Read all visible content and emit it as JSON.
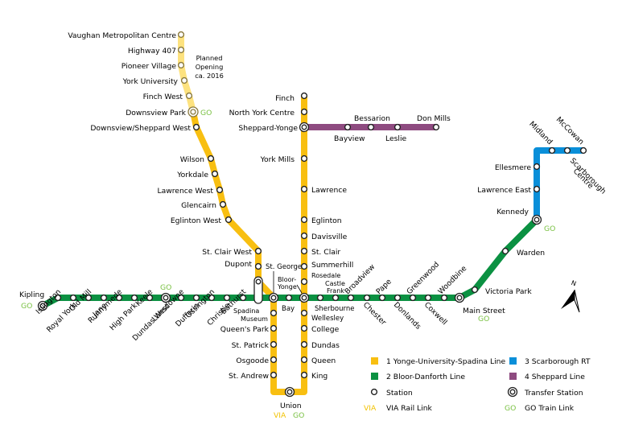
{
  "colors": {
    "line1": "#f8bf11",
    "line1_planned": "#fde27f",
    "line2": "#0b9142",
    "line3": "#0a8fd9",
    "line4": "#8e4b80",
    "go": "#7ac143",
    "via": "#f2c200",
    "station_fill": "#ffffff",
    "station_stroke": "#333333"
  },
  "annotations": {
    "planned": [
      "Planned",
      "Opening",
      "ca. 2016"
    ],
    "go_downsview": "GO",
    "go_kennedy": "GO",
    "go_kipling": "GO",
    "go_dundas_west": "GO",
    "go_main_street": "GO",
    "union_via": "VIA",
    "union_go": "GO",
    "north_arrow": "N"
  },
  "lines": {
    "line1_extension": {
      "stations": [
        "Vaughan Metropolitan Centre",
        "Highway 407",
        "Pioneer Village",
        "York University",
        "Finch West"
      ]
    },
    "line1_west": {
      "stations": [
        "Downsview Park",
        "Downsview/Sheppard West",
        "Wilson",
        "Yorkdale",
        "Lawrence West",
        "Glencairn",
        "Eglinton West",
        "St. Clair West",
        "Dupont",
        "Spadina",
        "St. George",
        "Museum",
        "Queen's Park",
        "St. Patrick",
        "Osgoode",
        "St. Andrew",
        "Union"
      ]
    },
    "line1_east": {
      "stations": [
        "Finch",
        "North York Centre",
        "Sheppard-Yonge",
        "York Mills",
        "Lawrence",
        "Eglinton",
        "Davisville",
        "St. Clair",
        "Summerhill",
        "Rosedale",
        "Bloor-Yonge",
        "Wellesley",
        "College",
        "Dundas",
        "Queen",
        "King"
      ]
    },
    "line2": {
      "stations": [
        "Kipling",
        "Islington",
        "Royal York",
        "Old Mill",
        "Jane",
        "Runnymede",
        "High Park",
        "Keele",
        "Dundas West",
        "Lansdowne",
        "Dufferin",
        "Ossington",
        "Christie",
        "Bathurst",
        "Spadina",
        "St. George",
        "Bay",
        "Bloor-Yonge",
        "Sherbourne",
        "Castle Frank",
        "Broadview",
        "Chester",
        "Pape",
        "Donlands",
        "Greenwood",
        "Coxwell",
        "Woodbine",
        "Main Street",
        "Victoria Park",
        "Warden",
        "Kennedy"
      ]
    },
    "line3": {
      "stations": [
        "Kennedy",
        "Lawrence East",
        "Ellesmere",
        "Midland",
        "Scarborough Centre",
        "McCowan"
      ]
    },
    "line4": {
      "stations": [
        "Sheppard-Yonge",
        "Bayview",
        "Bessarion",
        "Leslie",
        "Don Mills"
      ]
    }
  },
  "labels": {
    "vaughan": "Vaughan Metropolitan Centre",
    "hwy407": "Highway 407",
    "pioneer": "Pioneer Village",
    "yorku": "York University",
    "finchwest": "Finch West",
    "downsviewpark": "Downsview Park",
    "downsviewsheppard": "Downsview/Sheppard West",
    "wilson": "Wilson",
    "yorkdale": "Yorkdale",
    "lawrencewest": "Lawrence West",
    "glencairn": "Glencairn",
    "eglintonwest": "Eglinton West",
    "stclairwest": "St. Clair West",
    "dupont": "Dupont",
    "stgeorge": "St. George",
    "spadina": "Spadina",
    "museum": "Museum",
    "queenspark": "Queen's Park",
    "stpatrick": "St. Patrick",
    "osgoode": "Osgoode",
    "standrew": "St. Andrew",
    "union": "Union",
    "finch": "Finch",
    "nyc": "North York Centre",
    "sheppardyonge": "Sheppard-Yonge",
    "yorkmills": "York Mills",
    "lawrence": "Lawrence",
    "eglinton": "Eglinton",
    "davisville": "Davisville",
    "stclair": "St. Clair",
    "summerhill": "Summerhill",
    "rosedale": "Rosedale",
    "bloor1": "Bloor-",
    "bloor2": "Yonge",
    "wellesley": "Wellesley",
    "college": "College",
    "dundas": "Dundas",
    "queen": "Queen",
    "king": "King",
    "kipling": "Kipling",
    "islington": "Islington",
    "royalyork": "Royal York",
    "oldmill": "Old Mill",
    "jane": "Jane",
    "runnymede": "Runnymede",
    "highpark": "High Park",
    "keele": "Keele",
    "dundaswest": "Dundas West",
    "lansdowne": "Lansdowne",
    "dufferin": "Dufferin",
    "ossington": "Ossington",
    "christie": "Christie",
    "bathurst": "Bathurst",
    "bay": "Bay",
    "sherbourne": "Sherbourne",
    "castlefrank": "Castle",
    "castlefrank2": "Frank",
    "broadview": "Broadview",
    "chester": "Chester",
    "pape": "Pape",
    "donlands": "Donlands",
    "greenwood": "Greenwood",
    "coxwell": "Coxwell",
    "woodbine": "Woodbine",
    "mainstreet": "Main Street",
    "victoriapark": "Victoria Park",
    "warden": "Warden",
    "kennedy": "Kennedy",
    "lawrenceeast": "Lawrence East",
    "ellesmere": "Ellesmere",
    "midland": "Midland",
    "mccowan": "McCowan",
    "scarborough1": "Scarborough",
    "scarborough2": "Centre",
    "bayview": "Bayview",
    "bessarion": "Bessarion",
    "leslie": "Leslie",
    "donmills": "Don Mills"
  },
  "legend": {
    "items": [
      {
        "key": "line1",
        "label": "1 Yonge-University-Spadina Line"
      },
      {
        "key": "line2",
        "label": "2 Bloor-Danforth Line"
      },
      {
        "key": "station",
        "label": "Station"
      },
      {
        "key": "via",
        "symbol": "VIA",
        "label": "VIA Rail Link"
      },
      {
        "key": "line3",
        "label": "3 Scarborough RT"
      },
      {
        "key": "line4",
        "label": "4 Sheppard Line"
      },
      {
        "key": "transfer",
        "label": "Transfer Station"
      },
      {
        "key": "go",
        "symbol": "GO",
        "label": "GO Train Link"
      }
    ]
  }
}
